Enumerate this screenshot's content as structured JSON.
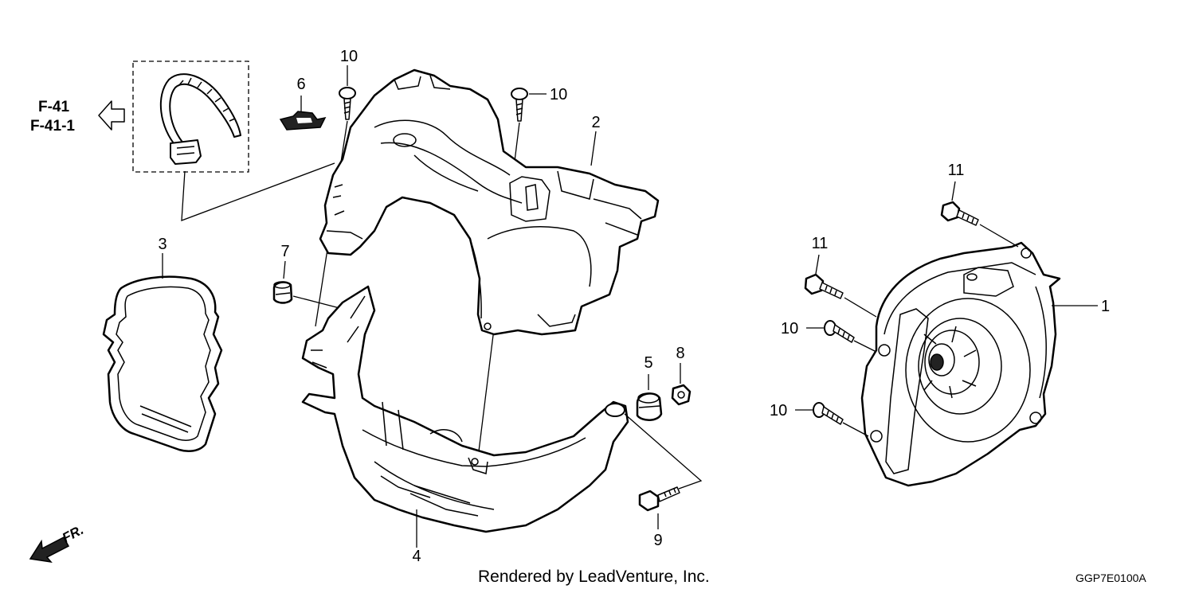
{
  "cross_refs": [
    "F-41",
    "F-41-1"
  ],
  "front_marker": "FR.",
  "callouts": {
    "c1": "1",
    "c2": "2",
    "c3": "3",
    "c4": "4",
    "c5": "5",
    "c6": "6",
    "c7": "7",
    "c8": "8",
    "c9": "9",
    "c10a": "10",
    "c10b": "10",
    "c10c": "10",
    "c10d": "10",
    "c11a": "11",
    "c11b": "11"
  },
  "footer": {
    "credit": "Rendered by LeadVenture, Inc.",
    "diagram_code": "GGP7E0100A"
  }
}
